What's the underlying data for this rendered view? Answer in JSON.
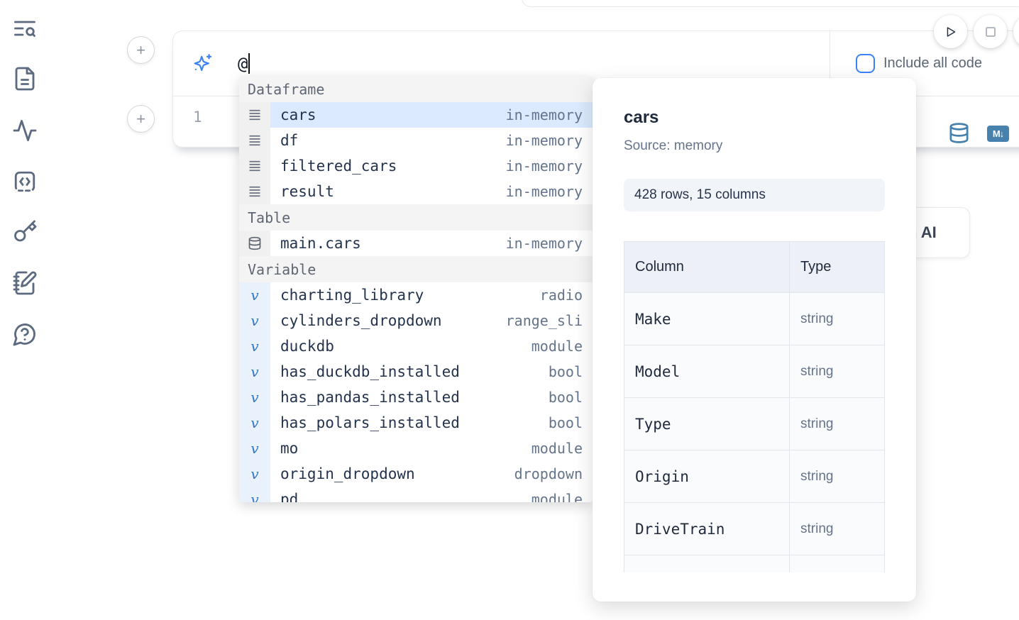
{
  "colors": {
    "accent_blue": "#3b82f6",
    "selected_row": "#dbeafe",
    "steel_icon_blue": "#4781ad",
    "text_dark": "#1e293b",
    "text_muted": "#64748b"
  },
  "sidebar": {
    "icons": [
      "list-search-icon",
      "document-icon",
      "activity-icon",
      "code-snippets-icon",
      "key-icon",
      "notebook-pen-icon",
      "help-icon"
    ]
  },
  "toolbar": {
    "run_icon": "play-icon",
    "stop_icon": "stop-icon",
    "include_all_code_label": "Include all code",
    "include_all_code_checked": false
  },
  "ai_input": {
    "icon": "sparkles-icon",
    "value": "@"
  },
  "editor": {
    "line_number": "1",
    "icons": [
      "database-icon",
      "markdown-icon"
    ],
    "markdown_badge": "M↓"
  },
  "output": {
    "ai_button_label": "h AI"
  },
  "autocomplete": {
    "sections": [
      {
        "label": "Dataframe",
        "items": [
          {
            "name": "cars",
            "detail": "in-memory",
            "icon": "dataframe-rows-icon",
            "selected": true
          },
          {
            "name": "df",
            "detail": "in-memory",
            "icon": "dataframe-rows-icon",
            "selected": false
          },
          {
            "name": "filtered_cars",
            "detail": "in-memory",
            "icon": "dataframe-rows-icon",
            "selected": false
          },
          {
            "name": "result",
            "detail": "in-memory",
            "icon": "dataframe-rows-icon",
            "selected": false
          }
        ]
      },
      {
        "label": "Table",
        "items": [
          {
            "name": "main.cars",
            "detail": "in-memory",
            "icon": "database-icon",
            "selected": false
          }
        ]
      },
      {
        "label": "Variable",
        "items": [
          {
            "name": "charting_library",
            "detail": "radio",
            "icon": "variable-icon",
            "selected": false
          },
          {
            "name": "cylinders_dropdown",
            "detail": "range_sli",
            "icon": "variable-icon",
            "selected": false
          },
          {
            "name": "duckdb",
            "detail": "module",
            "icon": "variable-icon",
            "selected": false
          },
          {
            "name": "has_duckdb_installed",
            "detail": "bool",
            "icon": "variable-icon",
            "selected": false
          },
          {
            "name": "has_pandas_installed",
            "detail": "bool",
            "icon": "variable-icon",
            "selected": false
          },
          {
            "name": "has_polars_installed",
            "detail": "bool",
            "icon": "variable-icon",
            "selected": false
          },
          {
            "name": "mo",
            "detail": "module",
            "icon": "variable-icon",
            "selected": false
          },
          {
            "name": "origin_dropdown",
            "detail": "dropdown",
            "icon": "variable-icon",
            "selected": false
          },
          {
            "name": "pd",
            "detail": "module",
            "icon": "variable-icon",
            "selected": false
          }
        ]
      }
    ]
  },
  "preview": {
    "title": "cars",
    "source": "Source: memory",
    "shape": "428 rows, 15 columns",
    "table": {
      "headers": [
        "Column",
        "Type"
      ],
      "rows": [
        {
          "column": "Make",
          "type": "string"
        },
        {
          "column": "Model",
          "type": "string"
        },
        {
          "column": "Type",
          "type": "string"
        },
        {
          "column": "Origin",
          "type": "string"
        },
        {
          "column": "DriveTrain",
          "type": "string"
        }
      ]
    }
  }
}
